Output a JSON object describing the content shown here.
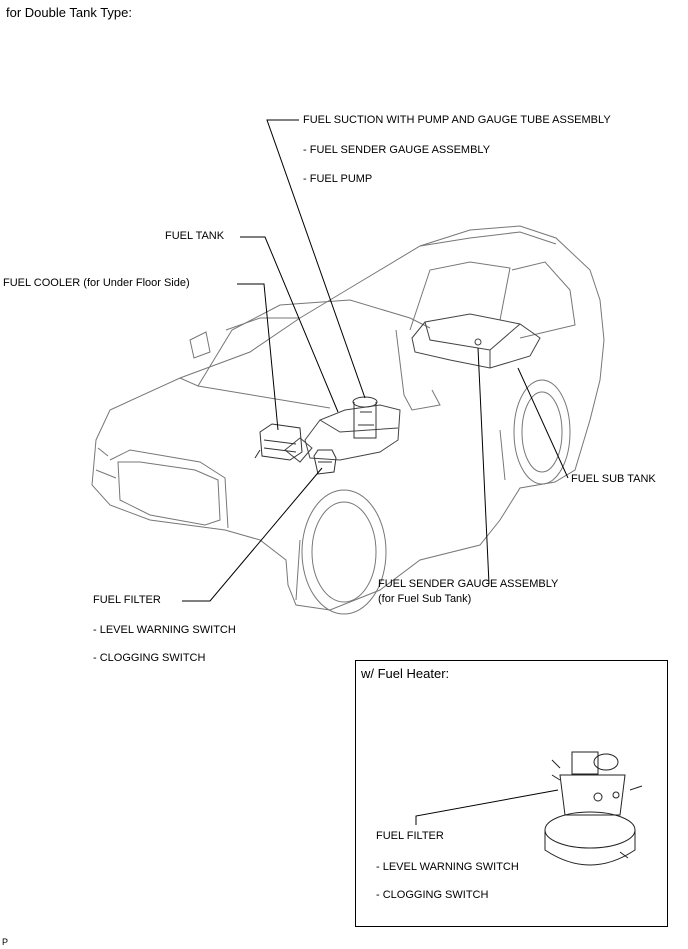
{
  "header": {
    "title": "for Double Tank Type:"
  },
  "labels": {
    "suction": "FUEL SUCTION WITH PUMP AND GAUGE TUBE ASSEMBLY",
    "suction_sub1": "- FUEL SENDER GAUGE ASSEMBLY",
    "suction_sub2": "- FUEL PUMP",
    "fuel_tank": "FUEL TANK",
    "fuel_cooler": "FUEL COOLER (for Under Floor Side)",
    "fuel_sub_tank": "FUEL SUB TANK",
    "sender_sub_line1": "FUEL SENDER GAUGE ASSEMBLY",
    "sender_sub_line2": "(for Fuel Sub Tank)",
    "fuel_filter": "FUEL FILTER",
    "filter_sub1": "- LEVEL WARNING SWITCH",
    "filter_sub2": "- CLOGGING SWITCH"
  },
  "inset": {
    "title": "w/ Fuel Heater:",
    "fuel_filter": "FUEL FILTER",
    "sub1": "- LEVEL WARNING SWITCH",
    "sub2": "- CLOGGING SWITCH"
  },
  "footer": {
    "code": "P"
  }
}
